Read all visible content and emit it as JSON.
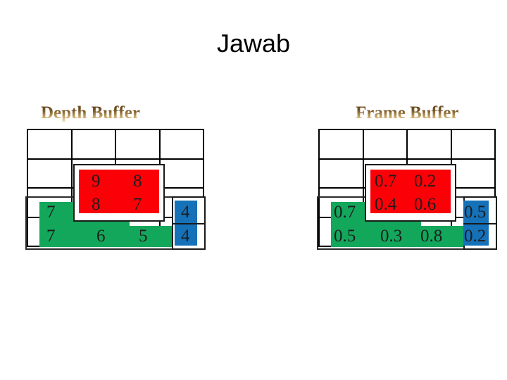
{
  "slide": {
    "title": "Jawab"
  },
  "colors": {
    "red": "#fb0007",
    "green": "#13a75c",
    "blue": "#1571b8",
    "heading": "#6b4a1f",
    "grid_line": "#000000",
    "text": "#1c1c1c",
    "title": "#000000"
  },
  "panels": [
    {
      "id": "depth-buffer",
      "heading": "Depth Buffer",
      "grid": {
        "cols": 4,
        "rows": 4
      },
      "green_values": [
        "7",
        "7",
        "6",
        "5"
      ],
      "red_values": [
        "9",
        "8",
        "8",
        "7"
      ],
      "blue_values": [
        "4",
        "4"
      ]
    },
    {
      "id": "frame-buffer",
      "heading": "Frame Buffer",
      "grid": {
        "cols": 4,
        "rows": 4
      },
      "green_values": [
        "0.7",
        "0.5",
        "0.3",
        "0.8"
      ],
      "red_values": [
        "0.7",
        "0.2",
        "0.4",
        "0.6"
      ],
      "blue_values": [
        "0.5",
        "0.2"
      ]
    }
  ]
}
